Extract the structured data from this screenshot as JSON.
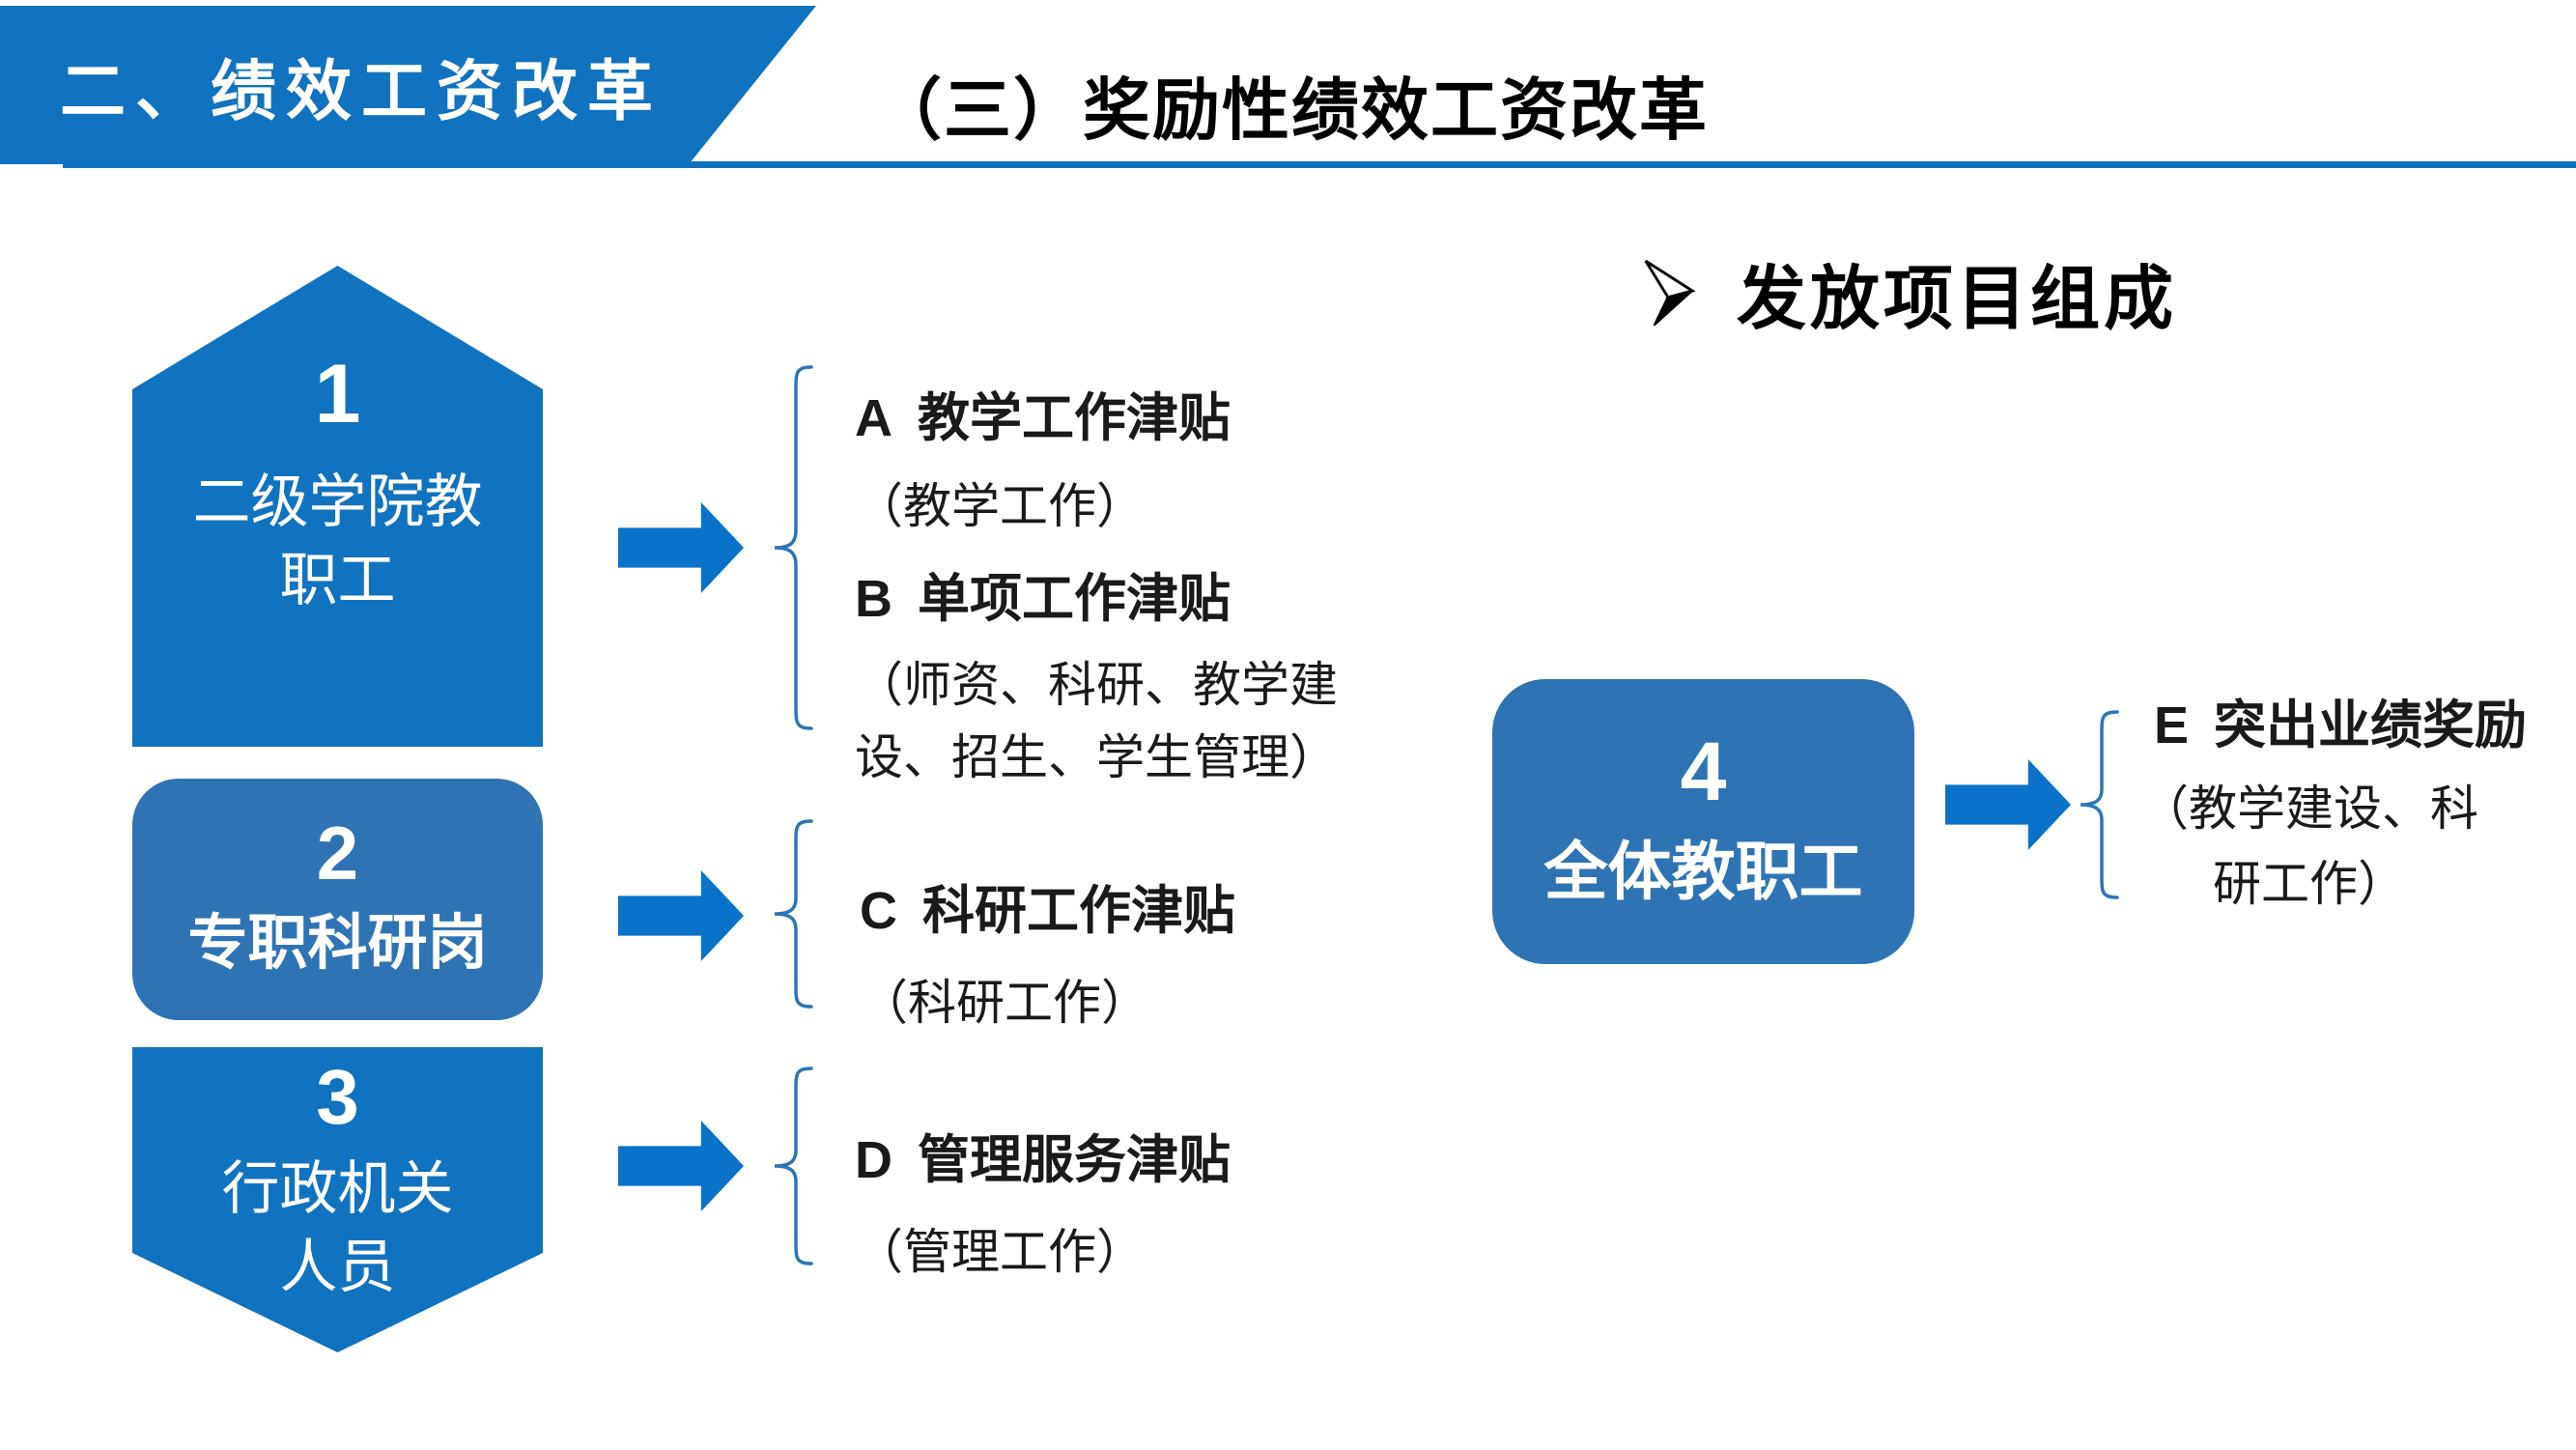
{
  "slide": {
    "banner_label": "二、绩效工资改革",
    "title": "（三）奖励性绩效工资改革",
    "heading": "发放项目组成"
  },
  "groups": [
    {
      "number": "1",
      "label": "二级学院教职工"
    },
    {
      "number": "2",
      "label": "专职科研岗"
    },
    {
      "number": "3",
      "label": "行政机关人员"
    },
    {
      "number": "4",
      "label": "全体教职工"
    }
  ],
  "allowances": [
    {
      "letter": "A",
      "title": "教学工作津贴",
      "note": "（教学工作）"
    },
    {
      "letter": "B",
      "title": "单项工作津贴",
      "note": "（师资、科研、教学建设、招生、学生管理）"
    },
    {
      "letter": "C",
      "title": "科研工作津贴",
      "note": "（科研工作）"
    },
    {
      "letter": "D",
      "title": "管理服务津贴",
      "note": "（管理工作）"
    },
    {
      "letter": "E",
      "title": "突出业绩奖励",
      "note": "（教学建设、科研工作）"
    }
  ],
  "colors": {
    "primary_blue": "#1173BF",
    "secondary_blue": "#2E74B5",
    "arrow_blue": "#0A72C8",
    "brace_blue": "#2E75B6",
    "title_text": "#000000",
    "shape_text": "#FFFFFF"
  }
}
